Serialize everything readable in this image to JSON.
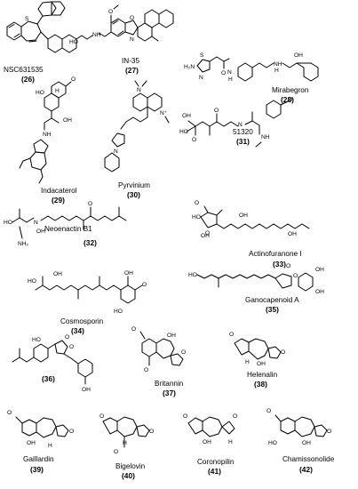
{
  "compounds": [
    {
      "name": "NSC631535",
      "number": "(26)"
    },
    {
      "name": "IN-35",
      "number": "(27)"
    },
    {
      "name": "Mirabegron",
      "number": "(28)"
    },
    {
      "name": "Indacaterol",
      "number": "(29)"
    },
    {
      "name": "Pyrvinium",
      "number": "(30)"
    },
    {
      "name": "51320",
      "number": "(31)"
    },
    {
      "name": "Neoenactin B1",
      "number": "(32)"
    },
    {
      "name": "Actinofuranone I",
      "number": "(33)"
    },
    {
      "name": "Cosmosporin",
      "number": "(34)"
    },
    {
      "name": "Ganocapenoid A",
      "number": "(35)"
    },
    {
      "name": "",
      "number": "(36)"
    },
    {
      "name": "Britannin",
      "number": "(37)"
    },
    {
      "name": "Helenalin",
      "number": "(38)"
    },
    {
      "name": "Gaillardin",
      "number": "(39)"
    },
    {
      "name": "Bigelovin",
      "number": "(40)"
    },
    {
      "name": "Coronopilin",
      "number": "(41)"
    },
    {
      "name": "Chamissonolide",
      "number": "(42)"
    }
  ],
  "atoms": {
    "S": "S",
    "N": "N",
    "NH": "NH",
    "H": "H",
    "O": "O",
    "OH": "OH",
    "HO": "HO",
    "H2N": "H₂N",
    "NH2": "NH₂",
    "Nplus": "N⁺",
    "OMe": "O",
    "Me2N": "N"
  }
}
